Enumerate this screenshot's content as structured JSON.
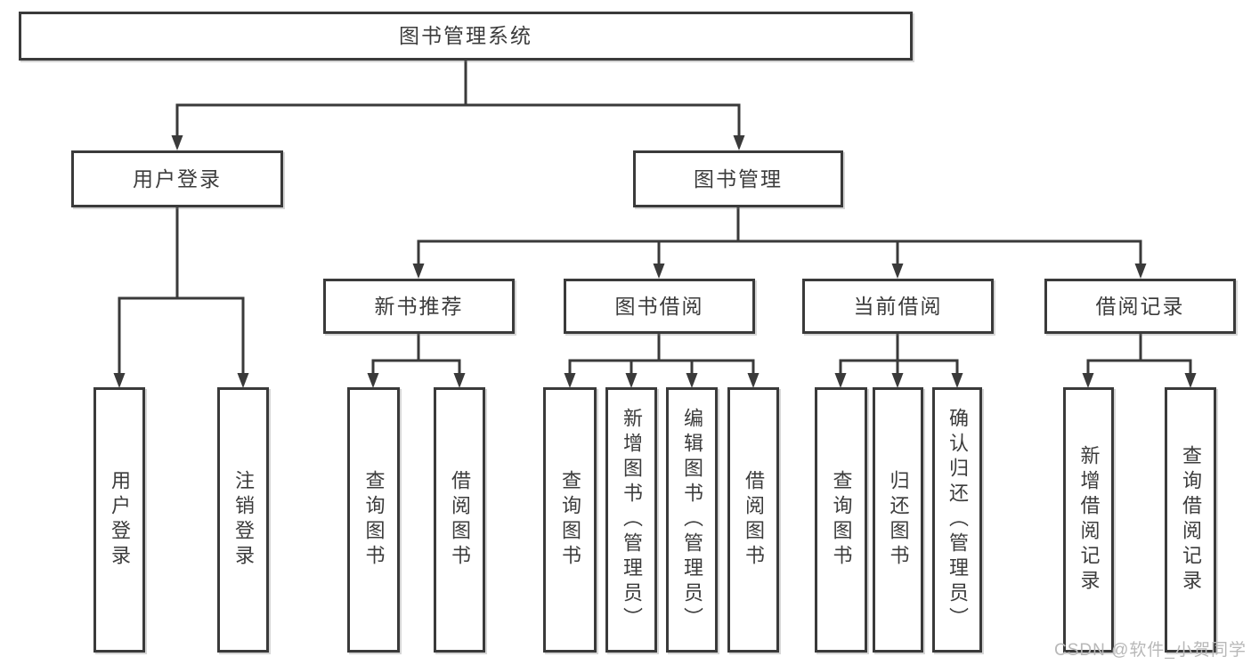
{
  "diagram_title": "图书管理系统",
  "colors": {
    "line": "#3a3a3a",
    "text": "#3c3c3c",
    "background": "#ffffff",
    "watermark_text": "#b8b8b8"
  },
  "nodes": {
    "root": "图书管理系统",
    "user_login": "用户登录",
    "book_mgmt": "图书管理",
    "new_book_rec": "新书推荐",
    "book_borrow": "图书借阅",
    "current_borrow": "当前借阅",
    "borrow_records": "借阅记录",
    "leaf_user_login": "用户登录",
    "leaf_logout": "注销登录",
    "leaf_rec_query_book": "查询图书",
    "leaf_rec_borrow_book": "借阅图书",
    "leaf_bb_query_book": "查询图书",
    "leaf_bb_add_book": "新增图书（管理员）",
    "leaf_bb_edit_book": "编辑图书（管理员）",
    "leaf_bb_borrow_book": "借阅图书",
    "leaf_cb_query_book": "查询图书",
    "leaf_cb_return_book": "归还图书",
    "leaf_cb_confirm_return": "确认归还（管理员）",
    "leaf_br_add_record": "新增借阅记录",
    "leaf_br_query_record": "查询借阅记录"
  },
  "hierarchy": {
    "图书管理系统": {
      "用户登录": [
        "用户登录",
        "注销登录"
      ],
      "图书管理": {
        "新书推荐": [
          "查询图书",
          "借阅图书"
        ],
        "图书借阅": [
          "查询图书",
          "新增图书（管理员）",
          "编辑图书（管理员）",
          "借阅图书"
        ],
        "当前借阅": [
          "查询图书",
          "归还图书",
          "确认归还（管理员）"
        ],
        "借阅记录": [
          "新增借阅记录",
          "查询借阅记录"
        ]
      }
    }
  },
  "watermark": "CSDN @软件_小贺同学"
}
